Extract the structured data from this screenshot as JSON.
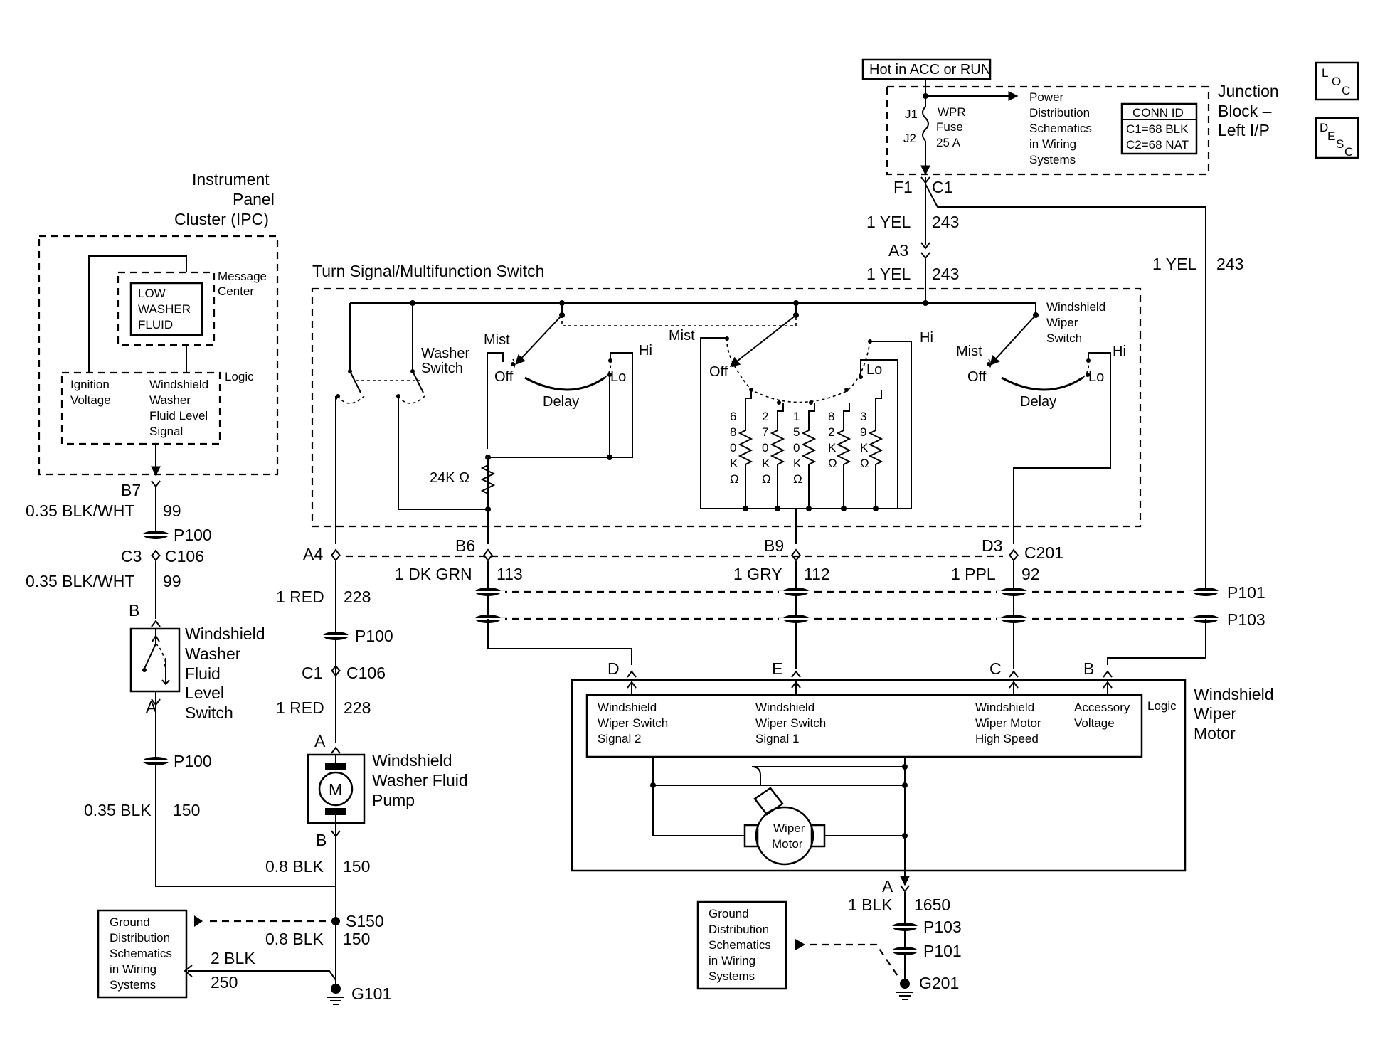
{
  "power": {
    "hot_label": "Hot in ACC or RUN",
    "jb_title": [
      "Junction",
      "Block –",
      "Left I/P"
    ],
    "fuse_j1": "J1",
    "fuse_j2": "J2",
    "fuse_label": [
      "WPR",
      "Fuse",
      "25 A"
    ],
    "pds_label": [
      "Power",
      "Distribution",
      "Schematics",
      "in Wiring",
      "Systems"
    ],
    "conn_id": [
      "CONN ID",
      "C1=68 BLK",
      "C2=68 NAT"
    ],
    "f1": "F1",
    "c1": "C1",
    "w243_a_color": "1 YEL",
    "w243_a_num": "243",
    "a3": "A3",
    "w243_b_color": "1 YEL",
    "w243_b_num": "243",
    "w243_c_color": "1 YEL",
    "w243_c_num": "243"
  },
  "corner_icons": {
    "loc": [
      "L",
      "O",
      "C"
    ],
    "desc": [
      "D",
      "E",
      "S",
      "C"
    ]
  },
  "ipc": {
    "title": [
      "Instrument",
      "Panel",
      "Cluster (IPC)"
    ],
    "msg_center": [
      "Message",
      "Center"
    ],
    "low_washer": [
      "LOW",
      "WASHER",
      "FLUID"
    ],
    "logic": "Logic",
    "ign": [
      "Ignition",
      "Voltage"
    ],
    "wwfl": [
      "Windshield",
      "Washer",
      "Fluid Level",
      "Signal"
    ]
  },
  "left_circuit": {
    "b7": "B7",
    "w99_a_color": "0.35 BLK/WHT",
    "w99_a_num": "99",
    "p100_a": "P100",
    "c3": "C3",
    "c106_a": "C106",
    "w99_b_color": "0.35 BLK/WHT",
    "w99_b_num": "99",
    "b_pin": "B",
    "level_switch": [
      "Windshield",
      "Washer",
      "Fluid",
      "Level",
      "Switch"
    ],
    "a_pin": "A",
    "p100_b": "P100",
    "w150_a_color": "0.35 BLK",
    "w150_a_num": "150"
  },
  "pump_circuit": {
    "a4": "A4",
    "w228_a_color": "1 RED",
    "w228_a_num": "228",
    "p100_c": "P100",
    "c1": "C1",
    "c106_b": "C106",
    "w228_b_color": "1 RED",
    "w228_b_num": "228",
    "a_pin": "A",
    "motor_letter": "M",
    "pump_label": [
      "Windshield",
      "Washer Fluid",
      "Pump"
    ],
    "b_pin": "B",
    "w150_b_color": "0.8 BLK",
    "w150_b_num": "150",
    "s150": "S150",
    "w150_c_color": "0.8 BLK",
    "w150_c_num": "150",
    "w250_color": "2 BLK",
    "w250_num": "250",
    "g101": "G101",
    "gds_label": [
      "Ground",
      "Distribution",
      "Schematics",
      "in Wiring",
      "Systems"
    ]
  },
  "switch": {
    "title": "Turn Signal/Multifunction Switch",
    "washer_switch": [
      "Washer",
      "Switch"
    ],
    "ws_wiper_switch": [
      "Windshield",
      "Wiper",
      "Switch"
    ],
    "mist": "Mist",
    "off": "Off",
    "hi": "Hi",
    "lo": "Lo",
    "delay": "Delay",
    "r24k": "24K Ω",
    "resistors": [
      [
        "6",
        "8",
        "0",
        "K",
        "Ω"
      ],
      [
        "2",
        "7",
        "0",
        "K",
        "Ω"
      ],
      [
        "1",
        "5",
        "0",
        "K",
        "Ω"
      ],
      [
        "8",
        "2",
        "K",
        "Ω"
      ],
      [
        "3",
        "9",
        "K",
        "Ω"
      ]
    ]
  },
  "connector_row": {
    "b6": "B6",
    "b9": "B9",
    "d3": "D3",
    "c201": "C201",
    "w113_color": "1 DK GRN",
    "w113_num": "113",
    "w112_color": "1 GRY",
    "w112_num": "112",
    "w92_color": "1 PPL",
    "w92_num": "92",
    "p101": "P101",
    "p103": "P103"
  },
  "wiper_motor": {
    "title": [
      "Windshield",
      "Wiper",
      "Motor"
    ],
    "pins": [
      "D",
      "E",
      "C",
      "B"
    ],
    "logic": "Logic",
    "sig2": [
      "Windshield",
      "Wiper Switch",
      "Signal 2"
    ],
    "sig1": [
      "Windshield",
      "Wiper Switch",
      "Signal 1"
    ],
    "high": [
      "Windshield",
      "Wiper Motor",
      "High Speed"
    ],
    "acc": [
      "Accessory",
      "Voltage"
    ],
    "motor": [
      "Wiper",
      "Motor"
    ],
    "a_pin": "A",
    "w1650_color": "1 BLK",
    "w1650_num": "1650",
    "p103": "P103",
    "p101": "P101",
    "g201": "G201",
    "gds_label": [
      "Ground",
      "Distribution",
      "Schematics",
      "in Wiring",
      "Systems"
    ]
  }
}
